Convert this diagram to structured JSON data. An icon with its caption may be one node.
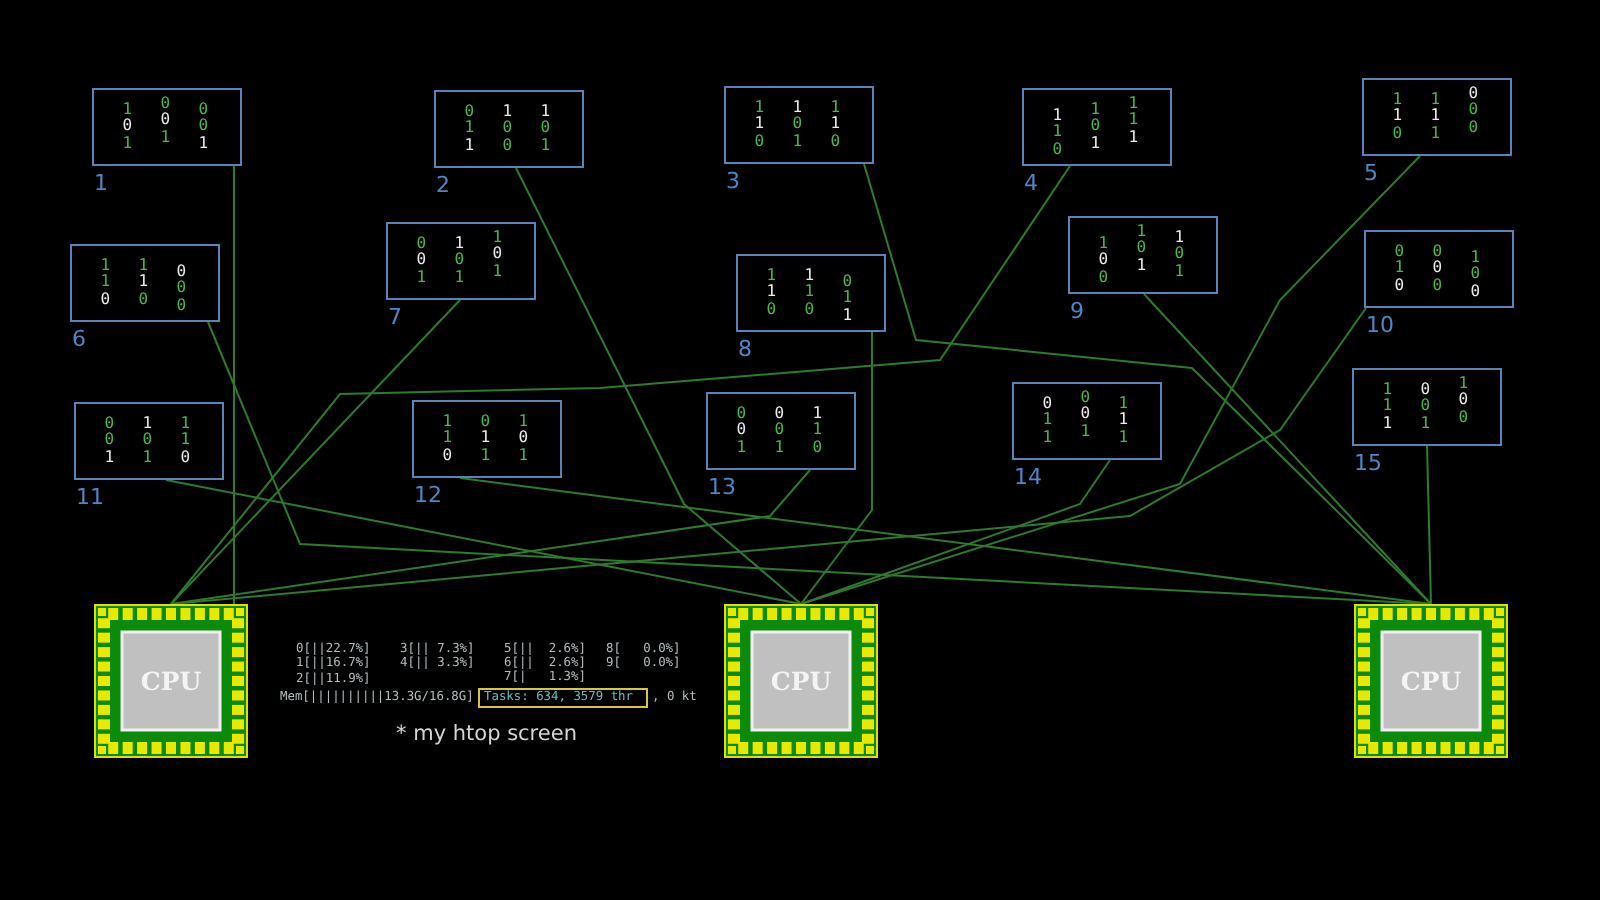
{
  "diagram": {
    "nodes": [
      {
        "text": [
          "1 0 1",
          "0 0 1",
          "0 0 1"
        ],
        "beside": [
          "1"
        ]
      },
      {
        "text": [
          "0 1 1",
          "1 0 0",
          "1 0 1"
        ],
        "beside": [
          "2"
        ]
      },
      {
        "text": [
          "1 1 0",
          "1 0 1",
          "1 1 0"
        ],
        "beside": [
          "3"
        ]
      },
      {
        "text": [
          "1 1 0",
          "1 0 1",
          "1 1 1"
        ],
        "beside": [
          "4"
        ]
      },
      {
        "text": [
          "1 1 0",
          "1 1 1",
          "0 0 0"
        ],
        "beside": [
          "5"
        ]
      },
      {
        "text": [
          "1 1 0",
          "1 1 0",
          "0 0 0"
        ],
        "beside": [
          "6"
        ]
      },
      {
        "text": [
          "0 0 1",
          "1 0 1",
          "1 0 1"
        ],
        "beside": [
          "7"
        ]
      },
      {
        "text": [
          "1 1 0",
          "1 1 0",
          "0 1 1"
        ],
        "beside": [
          "8"
        ]
      },
      {
        "text": [
          "1 0 0",
          "1 0 1",
          "1 0 1"
        ],
        "beside": [
          "9"
        ]
      },
      {
        "text": [
          "0 1 0",
          "0 0 0",
          "1 0 0"
        ],
        "beside": [
          "10"
        ]
      },
      {
        "text": [
          "0 0 1",
          "1 0 1",
          "1 1 0"
        ],
        "beside": [
          "11"
        ]
      },
      {
        "text": [
          "1 1 0",
          "0 1 1",
          "1 0 1"
        ],
        "beside": [
          "12"
        ]
      },
      {
        "text": [
          "0 0 1",
          "0 0 1",
          "1 1 0"
        ],
        "beside": [
          "13"
        ]
      },
      {
        "text": [
          "0 1 1",
          "0 0 1",
          "1 1 1"
        ],
        "beside": [
          "14"
        ]
      },
      {
        "text": [
          "1 1 1",
          "0 0 1",
          "1 0 0"
        ],
        "beside": [
          "15"
        ]
      },
      {
        "text": [
          "CPU"
        ]
      },
      {
        "text": [
          "CPU"
        ]
      },
      {
        "text": [
          "CPU"
        ]
      },
      {
        "text": [
          "Tasks: 634, 3579 thr"
        ]
      }
    ],
    "edges": [
      {
        "from": 0,
        "to": 15,
        "arrow": "none"
      },
      {
        "from": 1,
        "to": 16,
        "arrow": "none"
      },
      {
        "from": 2,
        "to": 17,
        "arrow": "none"
      },
      {
        "from": 3,
        "to": 15,
        "arrow": "none"
      },
      {
        "from": 4,
        "to": 16,
        "arrow": "none"
      },
      {
        "from": 5,
        "to": 17,
        "arrow": "none"
      },
      {
        "from": 6,
        "to": 15,
        "arrow": "none"
      },
      {
        "from": 7,
        "to": 16,
        "arrow": "none"
      },
      {
        "from": 8,
        "to": 17,
        "arrow": "none"
      },
      {
        "from": 9,
        "to": 15,
        "arrow": "none"
      },
      {
        "from": 10,
        "to": 16,
        "arrow": "none"
      },
      {
        "from": 11,
        "to": 17,
        "arrow": "none"
      },
      {
        "from": 12,
        "to": 15,
        "arrow": "none"
      },
      {
        "from": 13,
        "to": 16,
        "arrow": "none"
      },
      {
        "from": 14,
        "to": 17,
        "arrow": "none"
      }
    ],
    "labels": [
      "0[||22.7%]",
      "3[|| 7.3%]",
      "5[||  2.6%]",
      "8[   0.0%]",
      "1[||16.7%]",
      "4[|| 3.3%]",
      "6[||  2.6%]",
      "9[   0.0%]",
      "2[||11.9%]",
      "7[|   1.3%]",
      "Mem[||||||||||13.3G/16.8G]",
      ", 0 kt",
      "* my htop screen"
    ]
  }
}
